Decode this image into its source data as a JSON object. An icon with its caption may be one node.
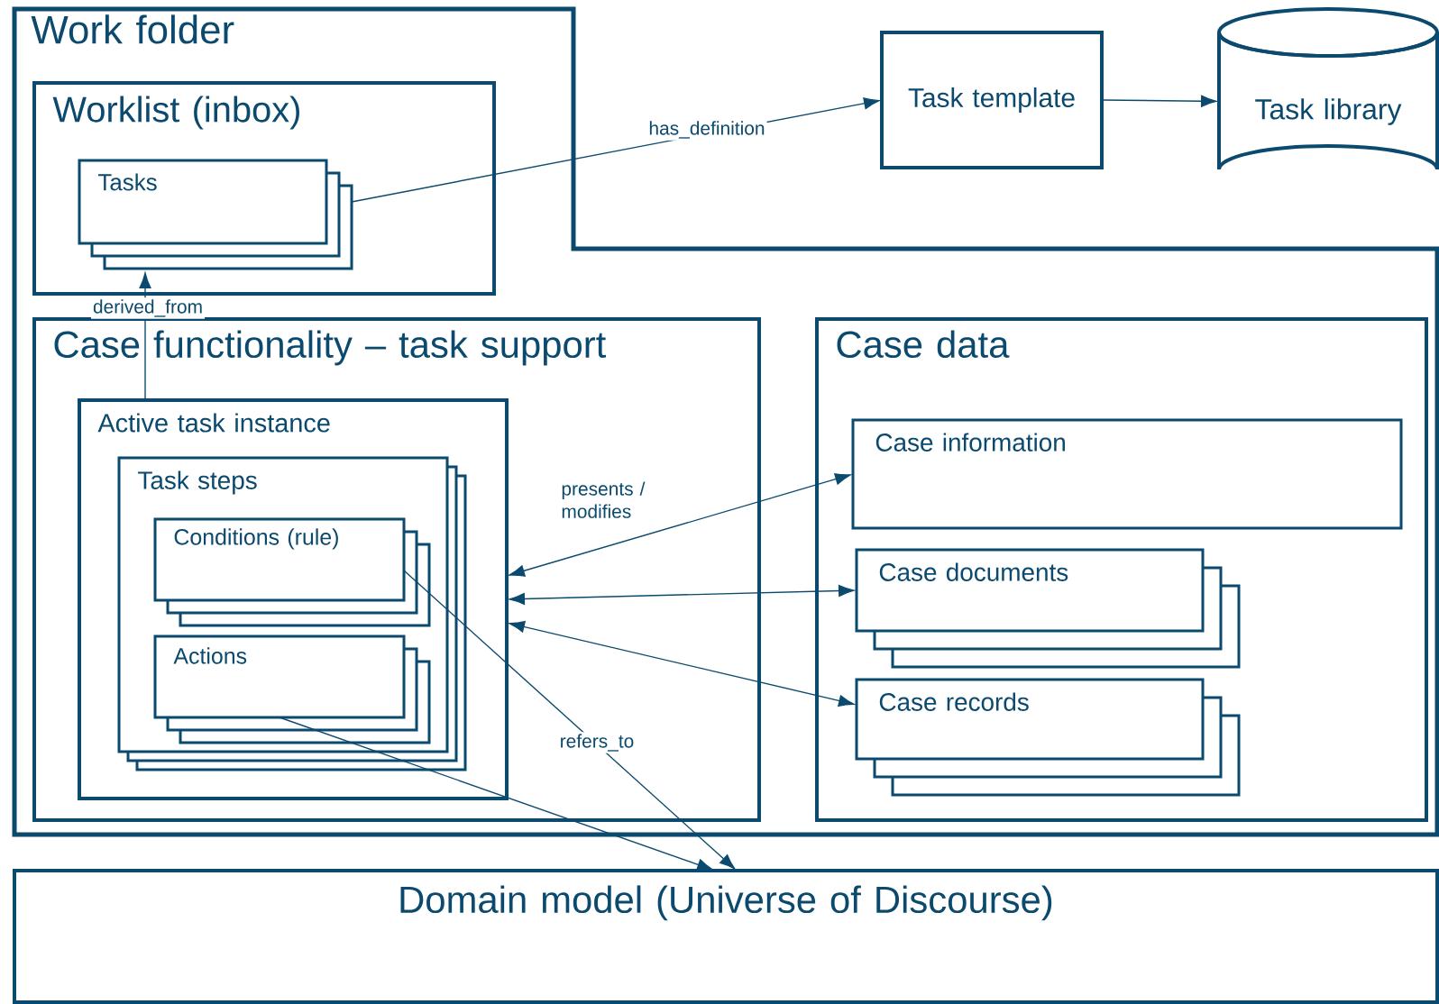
{
  "diagram": {
    "nodes": [
      {
        "text": [
          "Work folder"
        ]
      },
      {
        "text": [
          "Worklist (inbox)"
        ],
        "in": 0
      },
      {
        "text": [
          "Tasks"
        ],
        "in": 1
      },
      {
        "text": [
          "Task template"
        ]
      },
      {
        "text": [
          "Task library"
        ]
      },
      {
        "text": [
          "Case functionality – task support"
        ],
        "in": 0
      },
      {
        "text": [
          "Active task instance"
        ],
        "in": 5
      },
      {
        "text": [
          "Task steps"
        ],
        "in": 6
      },
      {
        "text": [
          "Conditions (rule)"
        ],
        "in": 7
      },
      {
        "text": [
          "Actions"
        ],
        "in": 7
      },
      {
        "text": [
          "Case data"
        ],
        "in": 0
      },
      {
        "text": [
          "Case information"
        ],
        "in": 10
      },
      {
        "text": [
          "Case documents"
        ],
        "in": 10
      },
      {
        "text": [
          "Case records"
        ],
        "in": 10
      },
      {
        "text": [
          "Domain model (Universe of Discourse)"
        ]
      }
    ],
    "edges": [
      {
        "from": 2,
        "to": 3,
        "arrow": "to",
        "label": "has_definition"
      },
      {
        "from": 3,
        "to": 4,
        "arrow": "to"
      },
      {
        "from": 6,
        "to": 2,
        "arrow": "to",
        "label": "derived_from"
      },
      {
        "from": 6,
        "to": 11,
        "arrow": "both",
        "label": "presents / modifies"
      },
      {
        "from": 6,
        "to": 12,
        "arrow": "both"
      },
      {
        "from": 6,
        "to": 13,
        "arrow": "both"
      },
      {
        "from": 8,
        "to": 14,
        "arrow": "to",
        "label": "refers_to"
      },
      {
        "from": 9,
        "to": 14,
        "arrow": "to"
      }
    ]
  }
}
